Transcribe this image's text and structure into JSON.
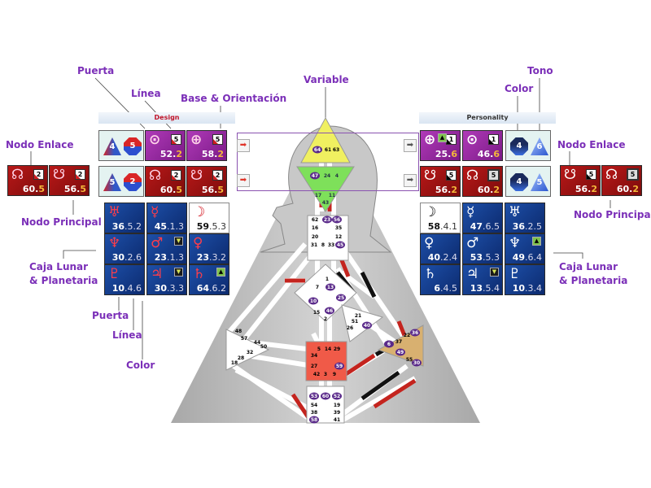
{
  "labels": {
    "puerta_top": "Puerta",
    "linea_top": "Línea",
    "base_orientacion": "Base & Orientación",
    "variable": "Variable",
    "color_top": "Color",
    "tono": "Tono",
    "nodo_enlace_left": "Nodo Enlace",
    "nodo_principal_left": "Nodo Principal",
    "caja_left_1": "Caja Lunar",
    "caja_left_2": "& Planetaria",
    "puerta_bottom": "Puerta",
    "linea_bottom": "Línea",
    "color_bottom": "Color",
    "nodo_enlace_right": "Nodo Enlace",
    "nodo_principal_right": "Nodo Principal",
    "caja_right_1": "Caja Lunar",
    "caja_right_2": "& Planetaria"
  },
  "design": {
    "header": "Design",
    "color_tone_rows": [
      {
        "color": "4",
        "tone": "5"
      },
      {
        "color": "5",
        "tone": "2"
      }
    ],
    "sun_earth": [
      {
        "icon": "sun-cross-icon",
        "glyph": "⊙",
        "gate": "52",
        "line": "2",
        "base": "5"
      },
      {
        "icon": "earth-icon",
        "glyph": "⊕",
        "gate": "58",
        "line": "2",
        "base": "5"
      }
    ],
    "nodes": [
      {
        "icon": "north-node-icon",
        "glyph": "☊",
        "gate": "60",
        "line": "5",
        "base": "2"
      },
      {
        "icon": "south-node-icon",
        "glyph": "☋",
        "gate": "56",
        "line": "5",
        "base": "2"
      }
    ],
    "link_nodes": [
      {
        "icon": "north-node-icon",
        "glyph": "☊",
        "gate": "60",
        "line": "5",
        "base": "2"
      },
      {
        "icon": "south-node-icon",
        "glyph": "☋",
        "gate": "56",
        "line": "5",
        "base": "2"
      }
    ],
    "planets": [
      {
        "icon": "uranus-icon",
        "glyph": "♅",
        "gate": "36",
        "sub": ".5.2",
        "style": "blue",
        "arrow": ""
      },
      {
        "icon": "mercury-icon",
        "glyph": "☿",
        "gate": "45",
        "sub": ".1.3",
        "style": "blue",
        "arrow": ""
      },
      {
        "icon": "moon-icon",
        "glyph": "☽",
        "gate": "59",
        "sub": ".5.3",
        "style": "white",
        "arrow": ""
      },
      {
        "icon": "neptune-icon",
        "glyph": "♆",
        "gate": "30",
        "sub": ".2.6",
        "style": "blue",
        "arrow": ""
      },
      {
        "icon": "mars-icon",
        "glyph": "♂",
        "gate": "23",
        "sub": ".1.3",
        "style": "blue",
        "arrow": "down"
      },
      {
        "icon": "venus-icon",
        "glyph": "♀",
        "gate": "23",
        "sub": ".3.2",
        "style": "blue",
        "arrow": ""
      },
      {
        "icon": "pluto-icon",
        "glyph": "♇",
        "gate": "10",
        "sub": ".4.6",
        "style": "blue",
        "arrow": ""
      },
      {
        "icon": "jupiter-icon",
        "glyph": "♃",
        "gate": "30",
        "sub": ".3.3",
        "style": "blue",
        "arrow": "down"
      },
      {
        "icon": "saturn-icon",
        "glyph": "♄",
        "gate": "64",
        "sub": ".6.2",
        "style": "blue",
        "arrow": "up"
      }
    ]
  },
  "personality": {
    "header": "Personality",
    "color_tone_rows": [
      {
        "color": "4",
        "tone": "6"
      },
      {
        "color": "4",
        "tone": "5"
      }
    ],
    "sun_earth": [
      {
        "icon": "earth-icon",
        "glyph": "⊕",
        "gate": "25",
        "line": "6",
        "base": "1",
        "arrow": "up"
      },
      {
        "icon": "sun-icon",
        "glyph": "⊙",
        "gate": "46",
        "line": "6",
        "base": "1",
        "arrow": ""
      }
    ],
    "nodes": [
      {
        "icon": "south-node-icon",
        "glyph": "☋",
        "gate": "56",
        "line": "2",
        "base": "5"
      },
      {
        "icon": "north-node-icon",
        "glyph": "☊",
        "gate": "60",
        "line": "2",
        "base": "5"
      }
    ],
    "link_nodes": [
      {
        "icon": "south-node-icon",
        "glyph": "☋",
        "gate": "56",
        "line": "2",
        "base": "5"
      },
      {
        "icon": "north-node-icon",
        "glyph": "☊",
        "gate": "60",
        "line": "2",
        "base": "5"
      }
    ],
    "planets": [
      {
        "icon": "moon-icon",
        "glyph": "☽",
        "gate": "58",
        "sub": ".4.1",
        "style": "white",
        "arrow": ""
      },
      {
        "icon": "mercury-icon",
        "glyph": "☿",
        "gate": "47",
        "sub": ".6.5",
        "style": "blue",
        "arrow": ""
      },
      {
        "icon": "uranus-icon",
        "glyph": "♅",
        "gate": "36",
        "sub": ".2.5",
        "style": "blue",
        "arrow": ""
      },
      {
        "icon": "venus-icon",
        "glyph": "♀",
        "gate": "40",
        "sub": ".2.4",
        "style": "blue",
        "arrow": ""
      },
      {
        "icon": "mars-icon",
        "glyph": "♂",
        "gate": "53",
        "sub": ".5.3",
        "style": "blue",
        "arrow": ""
      },
      {
        "icon": "neptune-icon",
        "glyph": "♆",
        "gate": "49",
        "sub": ".6.4",
        "style": "blue",
        "arrow": "up"
      },
      {
        "icon": "saturn-icon",
        "glyph": "♄",
        "gate": "6",
        "sub": ".4.5",
        "style": "blue",
        "arrow": ""
      },
      {
        "icon": "jupiter-icon",
        "glyph": "♃",
        "gate": "13",
        "sub": ".5.4",
        "style": "blue",
        "arrow": "down"
      },
      {
        "icon": "pluto-icon",
        "glyph": "♇",
        "gate": "10",
        "sub": ".3.4",
        "style": "blue",
        "arrow": ""
      }
    ]
  },
  "nav": {
    "left_arrow": "➡",
    "right_arrow": "➡"
  },
  "bodygraph": {
    "colors": {
      "head": "#f0f060",
      "ajna": "#7ee05a",
      "throat": "#ffffff",
      "g": "#ffffff",
      "sacral": "#f05a48",
      "spleen": "#ffffff",
      "solar_plexus": "#d8b070",
      "root": "#ffffff",
      "design": "#c4241e",
      "personality": "#111111",
      "active_gate": "#5a2a8a"
    },
    "head": {
      "gates": [
        {
          "n": "64",
          "active": true
        },
        {
          "n": "61",
          "active": false
        },
        {
          "n": "63",
          "active": false
        }
      ]
    },
    "ajna": {
      "gates": [
        {
          "n": "47",
          "active": true
        },
        {
          "n": "24",
          "active": false
        },
        {
          "n": "4",
          "active": false
        },
        {
          "n": "17",
          "active": false
        },
        {
          "n": "11",
          "active": false
        },
        {
          "n": "43",
          "active": false
        }
      ]
    },
    "throat": {
      "gates": [
        {
          "n": "62",
          "active": false
        },
        {
          "n": "23",
          "active": true
        },
        {
          "n": "56",
          "active": true
        },
        {
          "n": "16",
          "active": false
        },
        {
          "n": "35",
          "active": false
        },
        {
          "n": "20",
          "active": false
        },
        {
          "n": "12",
          "active": false
        },
        {
          "n": "31",
          "active": false
        },
        {
          "n": "8",
          "active": false
        },
        {
          "n": "33",
          "active": false
        },
        {
          "n": "45",
          "active": true
        }
      ]
    },
    "g": {
      "gates": [
        {
          "n": "1",
          "active": false
        },
        {
          "n": "7",
          "active": false
        },
        {
          "n": "13",
          "active": true
        },
        {
          "n": "10",
          "active": true
        },
        {
          "n": "25",
          "active": true
        },
        {
          "n": "15",
          "active": false
        },
        {
          "n": "46",
          "active": true
        },
        {
          "n": "2",
          "active": false
        }
      ]
    },
    "heart": {
      "gates": [
        {
          "n": "21",
          "active": false
        },
        {
          "n": "51",
          "active": false
        },
        {
          "n": "26",
          "active": false
        },
        {
          "n": "40",
          "active": true
        }
      ]
    },
    "spleen": {
      "gates": [
        {
          "n": "48",
          "active": false
        },
        {
          "n": "57",
          "active": false
        },
        {
          "n": "44",
          "active": false
        },
        {
          "n": "50",
          "active": false
        },
        {
          "n": "32",
          "active": false
        },
        {
          "n": "28",
          "active": false
        },
        {
          "n": "18",
          "active": false
        }
      ]
    },
    "sacral": {
      "gates": [
        {
          "n": "5",
          "active": false
        },
        {
          "n": "14",
          "active": false
        },
        {
          "n": "29",
          "active": false
        },
        {
          "n": "34",
          "active": false
        },
        {
          "n": "27",
          "active": false
        },
        {
          "n": "59",
          "active": true
        },
        {
          "n": "42",
          "active": false
        },
        {
          "n": "3",
          "active": false
        },
        {
          "n": "9",
          "active": false
        }
      ]
    },
    "solar_plexus": {
      "gates": [
        {
          "n": "36",
          "active": true
        },
        {
          "n": "22",
          "active": false
        },
        {
          "n": "37",
          "active": false
        },
        {
          "n": "6",
          "active": true
        },
        {
          "n": "49",
          "active": true
        },
        {
          "n": "55",
          "active": false
        },
        {
          "n": "30",
          "active": true
        }
      ]
    },
    "root": {
      "gates": [
        {
          "n": "53",
          "active": true
        },
        {
          "n": "60",
          "active": true
        },
        {
          "n": "52",
          "active": true
        },
        {
          "n": "54",
          "active": false
        },
        {
          "n": "19",
          "active": false
        },
        {
          "n": "38",
          "active": false
        },
        {
          "n": "39",
          "active": false
        },
        {
          "n": "58",
          "active": true
        },
        {
          "n": "41",
          "active": false
        }
      ]
    }
  }
}
